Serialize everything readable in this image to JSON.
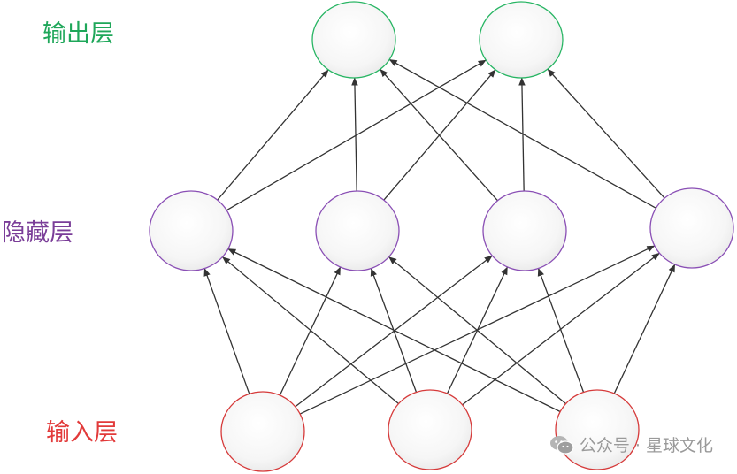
{
  "layers": {
    "output": {
      "label": "输出层",
      "color": "#1fa75a",
      "stroke": "#27b563",
      "count": 2
    },
    "hidden": {
      "label": "隐藏层",
      "color": "#7a3d98",
      "stroke": "#8a4fb5",
      "count": 4
    },
    "input": {
      "label": "输入层",
      "color": "#e23a3a",
      "stroke": "#d63a3a",
      "count": 3
    }
  },
  "edges": {
    "input_to_hidden": "fully-connected",
    "hidden_to_output": "fully-connected",
    "color": "#333333"
  },
  "watermark": {
    "text": "公众号 · 星球文化",
    "icon": "wechat-icon",
    "color": "#9a9a9a"
  }
}
